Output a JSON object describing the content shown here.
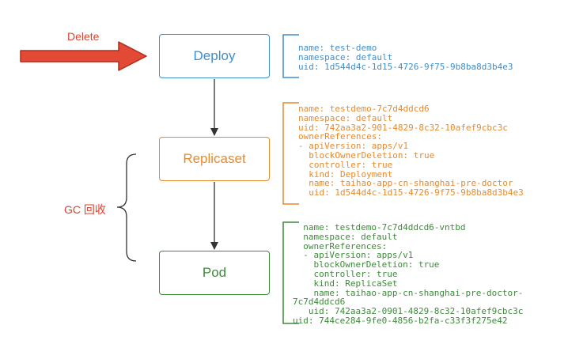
{
  "delete_label": "Delete",
  "gc_label": "GC 回收",
  "nodes": {
    "deploy": "Deploy",
    "replicaset": "Replicaset",
    "pod": "Pod"
  },
  "meta": {
    "deploy": [
      "name: test-demo",
      "namespace: default",
      "uid: 1d544d4c-1d15-4726-9f75-9b8ba8d3b4e3"
    ],
    "replicaset": [
      "name: testdemo-7c7d4ddcd6",
      "namespace: default",
      "uid: 742aa3a2-901-4829-8c32-10afef9cbc3c",
      "ownerReferences:",
      "- apiVersion: apps/v1",
      "  blockOwnerDeletion: true",
      "  controller: true",
      "  kind: Deployment",
      "  name: taihao-app-cn-shanghai-pre-doctor",
      "  uid: 1d544d4c-1d15-4726-9f75-9b8ba8d3b4e3"
    ],
    "pod": [
      "  name: testdemo-7c7d4ddcd6-vntbd",
      "  namespace: default",
      "  ownerReferences:",
      "  - apiVersion: apps/v1",
      "    blockOwnerDeletion: true",
      "    controller: true",
      "    kind: ReplicaSet",
      "    name: taihao-app-cn-shanghai-pre-doctor-",
      "7c7d4ddcd6",
      "   uid: 742aa3a2-0901-4829-8c32-10afef9cbc3c",
      "uid: 744ce284-9fe0-4856-b2fa-c33f3f275e42"
    ]
  },
  "colors": {
    "deploy": "#3e8ed0",
    "replicaset": "#e88a2e",
    "pod": "#3e8a3a",
    "delete": "#d9432f",
    "arrow": "#333333"
  }
}
